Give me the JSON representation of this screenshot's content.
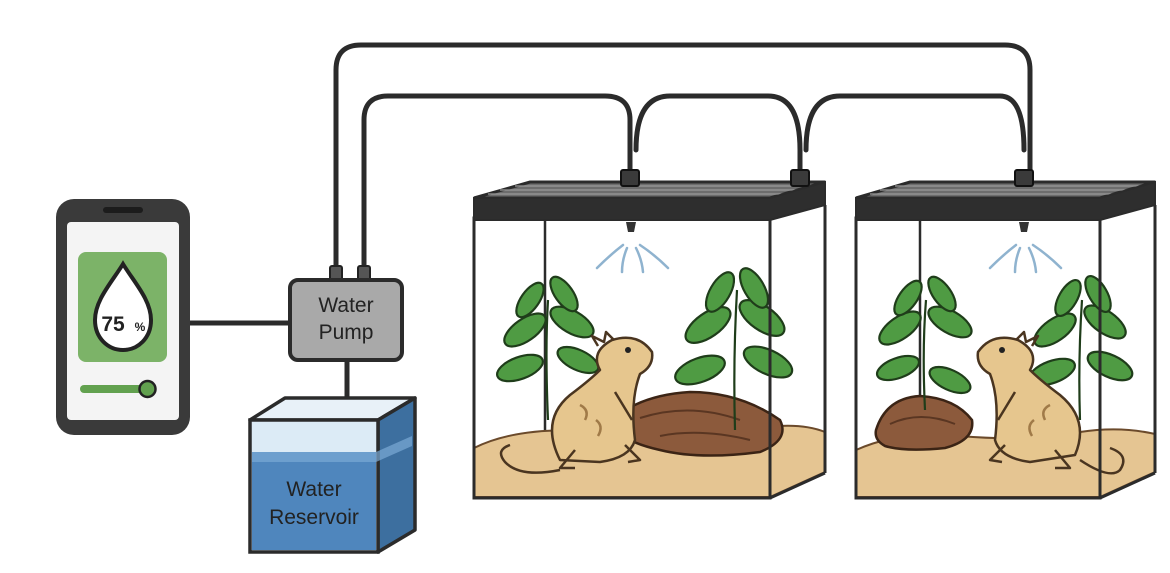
{
  "phone": {
    "humidity_value": "75",
    "humidity_unit": "%",
    "slider_level": 0.9,
    "colors": {
      "screen_green": "#7cb368",
      "body": "#3a3a3a",
      "slider": "#62a14f"
    }
  },
  "pump": {
    "label_line1": "Water",
    "label_line2": "Pump",
    "color": "#a9a9a9"
  },
  "reservoir": {
    "label_line1": "Water",
    "label_line2": "Reservoir",
    "color": "#4f86bd"
  },
  "colors": {
    "pipe": "#2b2b2b",
    "mist": "#8fb3cf",
    "sand": "#e5c592",
    "leaf": "#4f9b43",
    "lizard": "#e6c68e",
    "rock": "#8c5a3c"
  }
}
